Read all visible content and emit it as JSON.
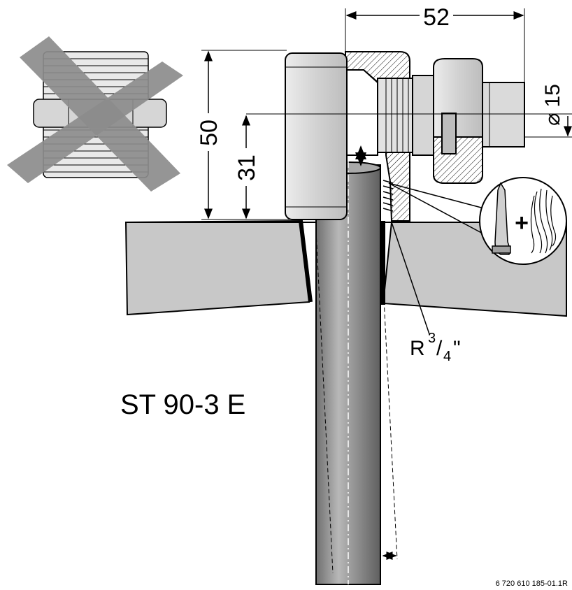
{
  "dimensions": {
    "width_total": "52",
    "height_total": "50",
    "height_to_center": "31",
    "pipe_diameter": "⌀ 15"
  },
  "labels": {
    "model": "ST 90-3 E",
    "thread": "R",
    "thread_num": "3",
    "thread_den": "4",
    "thread_unit": "\"",
    "plus": "+",
    "doc_number": "6 720 610 185-01.1R"
  },
  "icons": {
    "forbidden_fitting": "crossed-out-double-nipple-icon",
    "sealant": "sealant-tube-and-hemp-icon"
  },
  "colors": {
    "metal_light": "#d9d9d9",
    "metal_mid": "#c4c4c4",
    "tank": "#c8c8c8",
    "pipe_dark": "#8a8a8a",
    "cross": "#8c8c8c"
  }
}
